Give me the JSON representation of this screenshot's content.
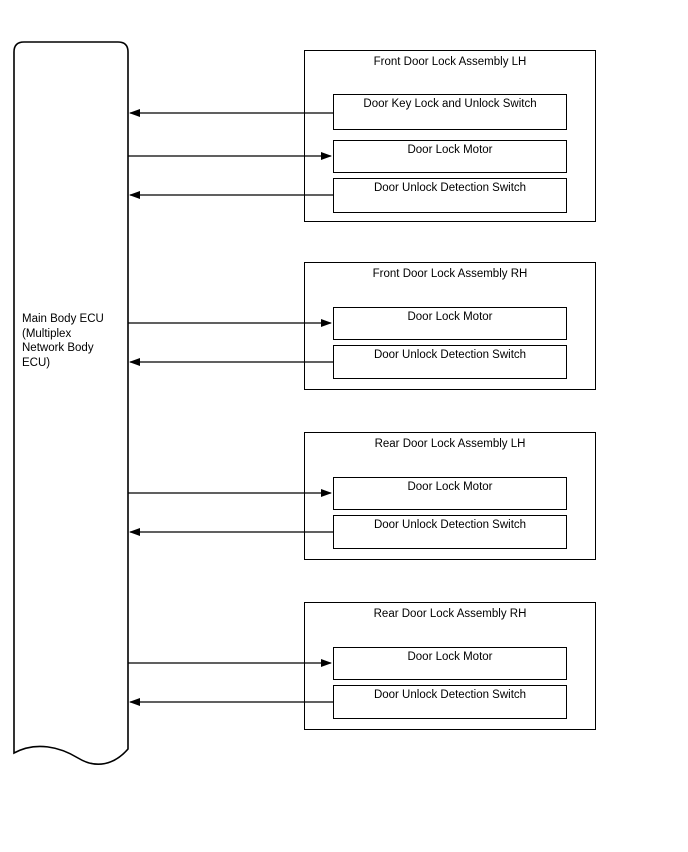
{
  "diagram": {
    "ecu": {
      "label": "Main Body ECU\n(Multiplex\nNetwork Body\nECU)"
    },
    "assemblies": [
      {
        "title": "Front Door Lock Assembly LH",
        "components": [
          {
            "label": "Door Key Lock and Unlock Switch",
            "direction": "to-ecu"
          },
          {
            "label": "Door Lock Motor",
            "direction": "from-ecu"
          },
          {
            "label": "Door Unlock Detection Switch",
            "direction": "to-ecu"
          }
        ]
      },
      {
        "title": "Front Door Lock Assembly RH",
        "components": [
          {
            "label": "Door Lock Motor",
            "direction": "from-ecu"
          },
          {
            "label": "Door Unlock Detection Switch",
            "direction": "to-ecu"
          }
        ]
      },
      {
        "title": "Rear Door Lock Assembly LH",
        "components": [
          {
            "label": "Door Lock Motor",
            "direction": "from-ecu"
          },
          {
            "label": "Door Unlock Detection Switch",
            "direction": "to-ecu"
          }
        ]
      },
      {
        "title": "Rear Door Lock Assembly RH",
        "components": [
          {
            "label": "Door Lock Motor",
            "direction": "from-ecu"
          },
          {
            "label": "Door Unlock Detection Switch",
            "direction": "to-ecu"
          }
        ]
      }
    ],
    "colors": {
      "line": "#000000",
      "background": "#ffffff"
    }
  }
}
